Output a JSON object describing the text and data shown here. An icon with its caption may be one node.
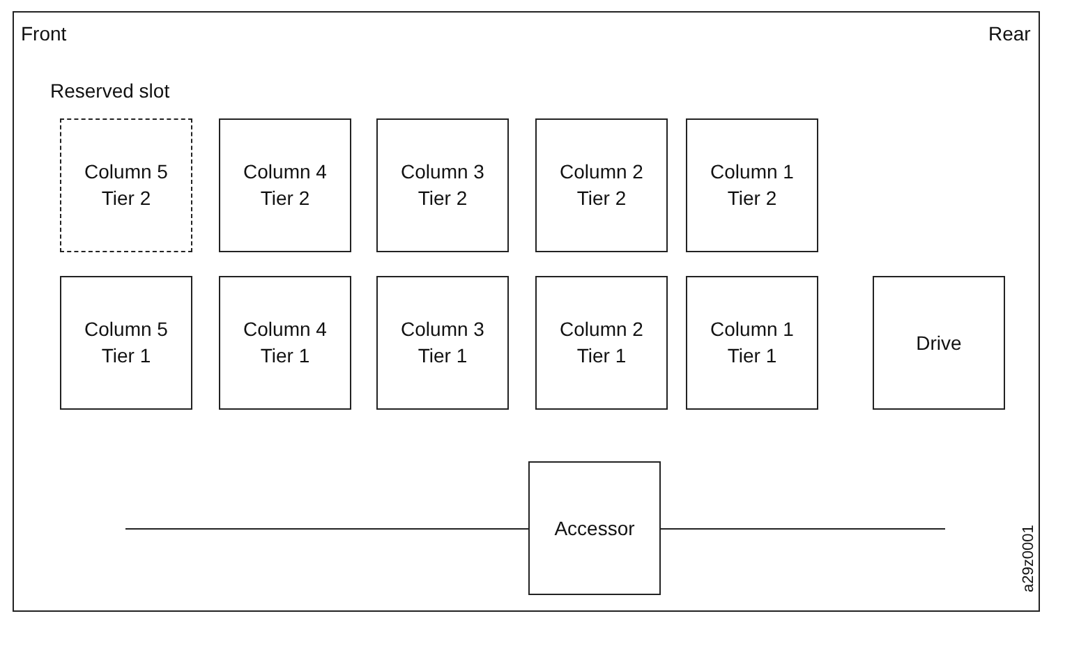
{
  "diagram": {
    "nodes": [
      {
        "text": [
          "Column 5 Tier 2"
        ],
        "beside": [
          "Reserved slot"
        ]
      },
      {
        "text": [
          "Column 4 Tier 2"
        ]
      },
      {
        "text": [
          "Column 3 Tier 2"
        ]
      },
      {
        "text": [
          "Column 2 Tier 2"
        ]
      },
      {
        "text": [
          "Column 1 Tier 2"
        ]
      },
      {
        "text": [
          "Column 5 Tier 1"
        ]
      },
      {
        "text": [
          "Column 4 Tier 1"
        ]
      },
      {
        "text": [
          "Column 3 Tier 1"
        ]
      },
      {
        "text": [
          "Column 2 Tier 1"
        ]
      },
      {
        "text": [
          "Column 1 Tier 1"
        ]
      },
      {
        "text": [
          "Drive"
        ]
      },
      {
        "text": [
          "Accessor"
        ]
      }
    ],
    "labels": [
      "Front",
      "Rear",
      "a29z0001"
    ]
  }
}
